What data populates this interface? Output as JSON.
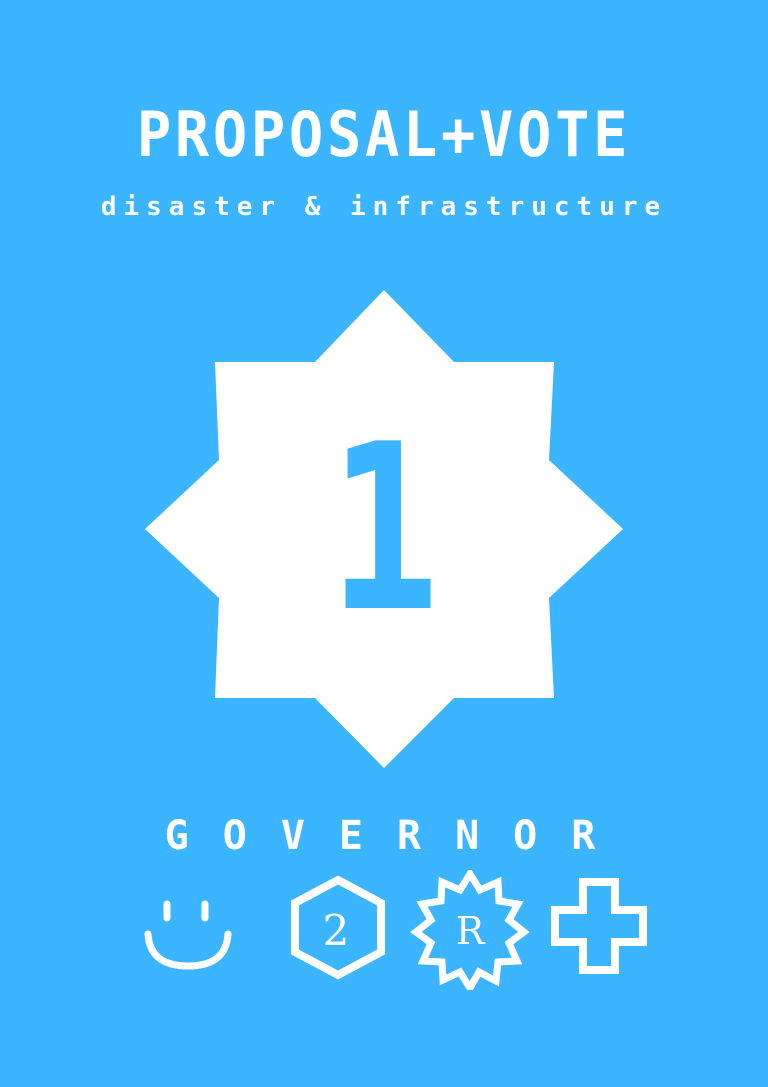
{
  "poster": {
    "title": "PROPOSAL+VOTE",
    "subtitle": "disaster & infrastructure",
    "number": "1",
    "role": "GOVERNOR"
  },
  "icons": [
    {
      "name": "smiley-icon"
    },
    {
      "name": "hexagon-number-icon",
      "label": "2"
    },
    {
      "name": "starburst-badge-icon",
      "label": "R"
    },
    {
      "name": "plus-cross-icon"
    }
  ],
  "colors": {
    "background": "#3bb5ff",
    "foreground": "#ffffff"
  }
}
